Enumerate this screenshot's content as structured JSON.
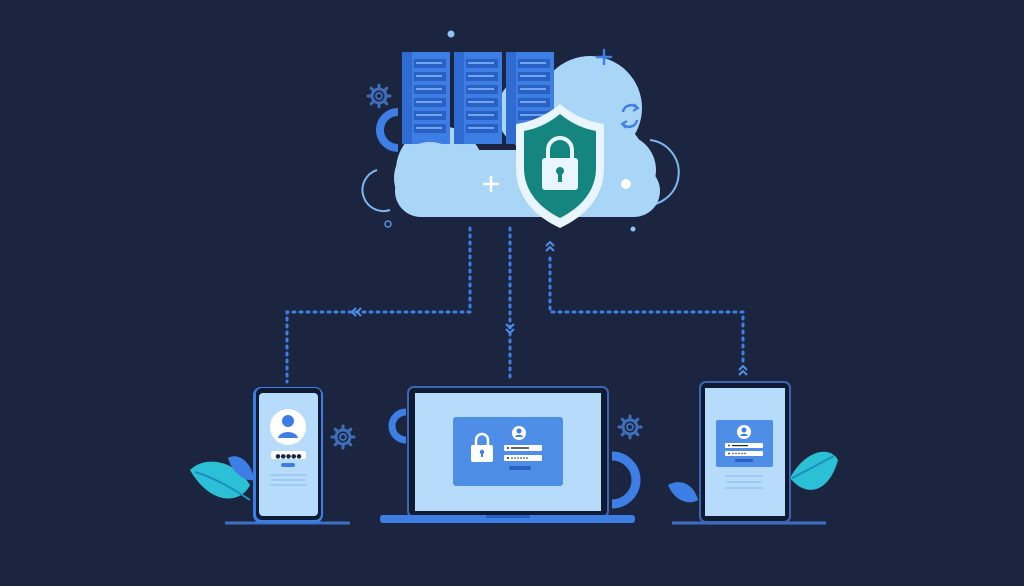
{
  "diagram": {
    "hub": "cloud-with-servers-and-security-shield",
    "clients": [
      "smartphone",
      "laptop",
      "tablet"
    ],
    "icons": [
      "server-rack-icon",
      "shield-lock-icon",
      "user-avatar-icon",
      "padlock-icon",
      "gear-icon",
      "sync-icon",
      "plus-icon",
      "leaf-icon"
    ]
  },
  "phone_login": {
    "password_mask": "●●●●●"
  },
  "colors": {
    "background": "#1b2540",
    "cloud": "#a9d5f7",
    "server": "#3d7ee4",
    "shield": "#14867f",
    "connector": "#3e7fe6",
    "screen": "#b7dcfb",
    "card": "#4f8ee6",
    "leaf": "#2bc0d5"
  }
}
